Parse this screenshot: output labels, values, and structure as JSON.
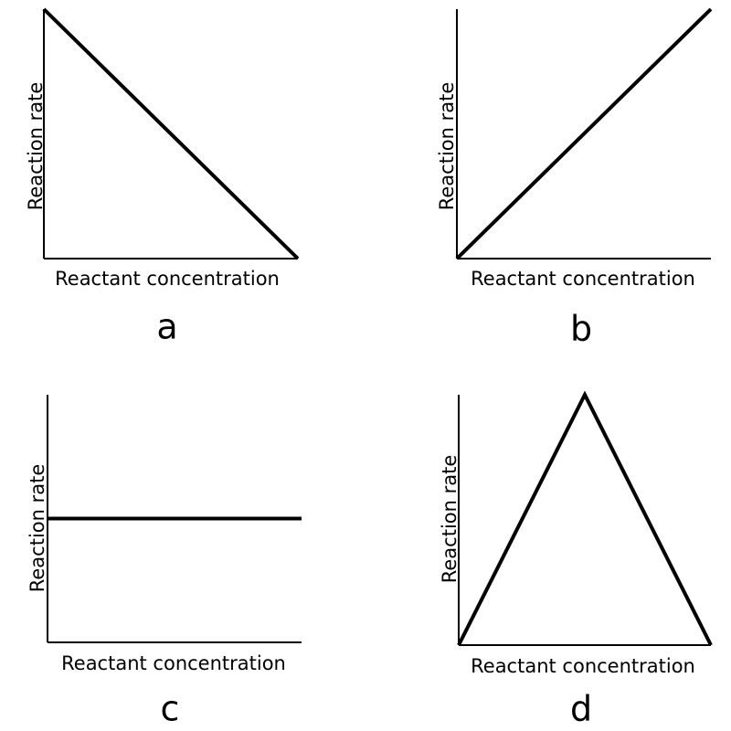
{
  "chart_data": [
    {
      "id": "a",
      "type": "line",
      "panel_label": "a",
      "xlabel": "Reactant concentration",
      "ylabel": "Reaction rate",
      "xlim": [
        0,
        1
      ],
      "ylim": [
        0,
        1
      ],
      "grid": false,
      "series": [
        {
          "x": [
            0,
            1
          ],
          "values": [
            1,
            0
          ]
        }
      ]
    },
    {
      "id": "b",
      "type": "line",
      "panel_label": "b",
      "xlabel": "Reactant concentration",
      "ylabel": "Reaction rate",
      "xlim": [
        0,
        1
      ],
      "ylim": [
        0,
        1
      ],
      "grid": false,
      "series": [
        {
          "x": [
            0,
            1
          ],
          "values": [
            0,
            1
          ]
        }
      ]
    },
    {
      "id": "c",
      "type": "line",
      "panel_label": "c",
      "xlabel": "Reactant concentration",
      "ylabel": "Reaction rate",
      "xlim": [
        0,
        1
      ],
      "ylim": [
        0,
        1
      ],
      "grid": false,
      "series": [
        {
          "x": [
            0,
            1
          ],
          "values": [
            0.5,
            0.5
          ]
        }
      ]
    },
    {
      "id": "d",
      "type": "line",
      "panel_label": "d",
      "xlabel": "Reactant concentration",
      "ylabel": "Reaction rate",
      "xlim": [
        0,
        1
      ],
      "ylim": [
        0,
        1
      ],
      "grid": false,
      "series": [
        {
          "x": [
            0,
            0.5,
            1
          ],
          "values": [
            0,
            1,
            0
          ]
        }
      ]
    }
  ]
}
